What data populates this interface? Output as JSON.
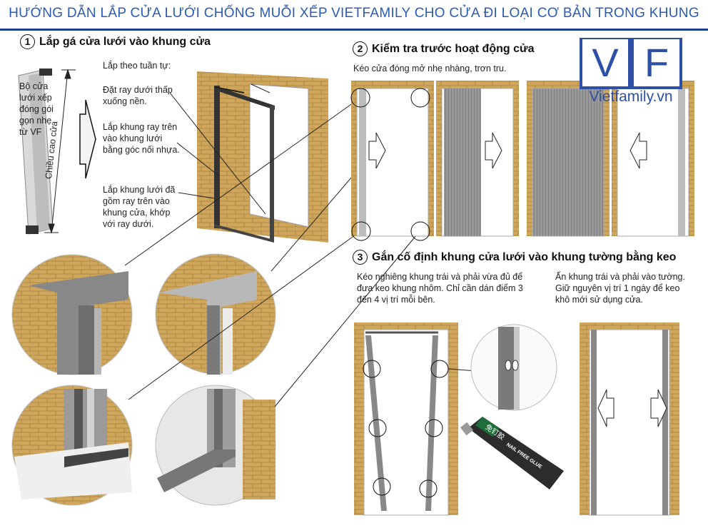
{
  "title": "HƯỚNG DẪN LẮP CỬA LƯỚI CHỐNG MUỖI XẾP VIETFAMILY CHO CỬA ĐI LOẠI CƠ BẢN TRONG KHUNG",
  "step1": {
    "number": "1",
    "heading": "Lắp gá cửa lưới vào khung cửa",
    "kit_label": "Bộ cửa lưới xếp đóng gói gọn nhẹ từ VF",
    "height_label": "Chiều cao cửa",
    "intro": "Lắp theo tuần tự:",
    "instr1": "Đặt ray dưới thấp xuống nền.",
    "instr2": "Lắp khung ray trên vào khung lưới bằng góc nối nhựa.",
    "instr3": "Lắp khung lưới đã gồm ray trên vào khung cửa, khớp với ray dưới."
  },
  "step2": {
    "number": "2",
    "heading": "Kiểm tra trước hoạt động cửa",
    "text": "Kéo cửa đóng mở nhẹ nhàng, trơn tru."
  },
  "step3": {
    "number": "3",
    "heading": "Gắn cố định khung cửa lưới vào khung tường bằng keo",
    "text_left": "Kéo nghiêng khung trái và phải vừa đủ để đưa keo khung nhôm. Chỉ cần dán điểm 3 đến 4 vị trí mỗi bên.",
    "text_right": "Ấn khung trái và phải vào tường. Giữ nguyên vị trí 1 ngày để keo khô mới sử dụng cửa.",
    "glue_brand": "免钉胶",
    "glue_label": "NAIL FREE GLUE"
  },
  "logo": {
    "letter1": "V",
    "letter2": "F",
    "url": "Vietfamily.vn"
  },
  "colors": {
    "accent": "#2e4fa6",
    "brick": "#c9a15a",
    "frame": "#6f6f6f"
  }
}
